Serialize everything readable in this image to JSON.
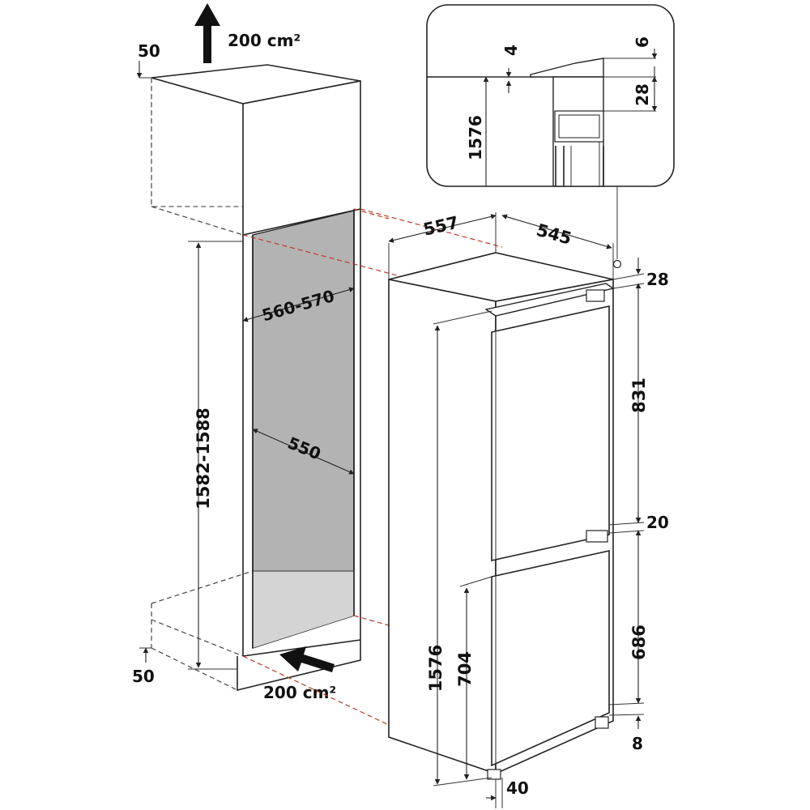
{
  "labels": {
    "vent_top_area": "200 cm²",
    "vent_bottom_area": "200 cm²",
    "gap_top": "50",
    "gap_bottom": "50",
    "niche_height": "1582-1588",
    "niche_width": "560-570",
    "niche_depth": "550",
    "appliance_width": "557",
    "appliance_depth": "545",
    "top_clearance": "28",
    "fridge_door_height": "831",
    "door_gap": "20",
    "freezer_door_height": "686",
    "bottom_offset": "8",
    "appliance_height": "1576",
    "freezer_section_height": "704",
    "plinth_depth": "40",
    "detail_height": "1576",
    "detail_4": "4",
    "detail_6": "6",
    "detail_28": "28"
  },
  "colors": {
    "cavity": "#b3b3b3",
    "cavity_floor": "#d4d4d4",
    "red_guides": "#c0392b",
    "line": "#222222"
  }
}
